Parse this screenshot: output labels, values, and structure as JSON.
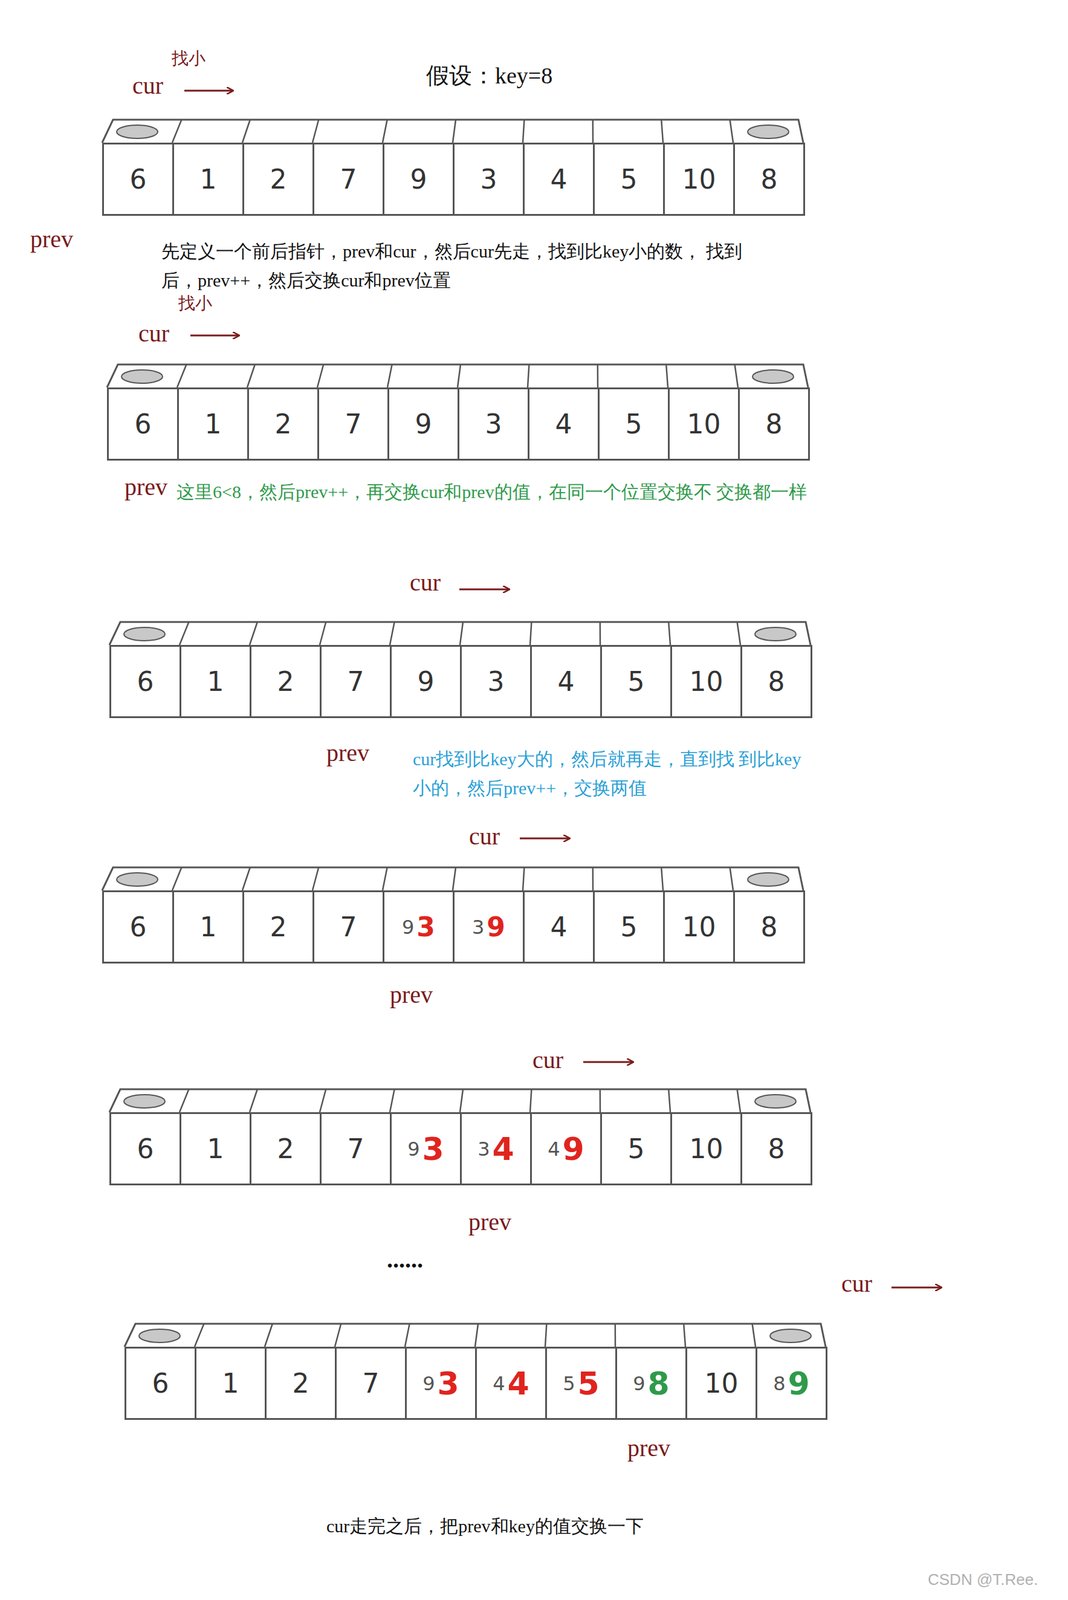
{
  "diagram": {
    "caption": "cur走完之后，把prev和key的值交换一下",
    "nodes": [
      {
        "text": [
          "6"
        ]
      },
      {
        "text": [
          "1"
        ]
      },
      {
        "text": [
          "2"
        ]
      },
      {
        "text": [
          "7"
        ]
      },
      {
        "text": [
          "9"
        ]
      },
      {
        "text": [
          "3"
        ]
      },
      {
        "text": [
          "4"
        ]
      },
      {
        "text": [
          "5"
        ]
      },
      {
        "text": [
          "10"
        ]
      },
      {
        "text": [
          "8"
        ]
      },
      {
        "text": [
          "6"
        ]
      },
      {
        "text": [
          "1"
        ]
      },
      {
        "text": [
          "2"
        ]
      },
      {
        "text": [
          "7"
        ]
      },
      {
        "text": [
          "9"
        ]
      },
      {
        "text": [
          "3"
        ]
      },
      {
        "text": [
          "4"
        ]
      },
      {
        "text": [
          "5"
        ]
      },
      {
        "text": [
          "10"
        ]
      },
      {
        "text": [
          "8"
        ]
      },
      {
        "text": [
          "6"
        ]
      },
      {
        "text": [
          "1"
        ]
      },
      {
        "text": [
          "2"
        ]
      },
      {
        "text": [
          "7"
        ]
      },
      {
        "text": [
          "9"
        ]
      },
      {
        "text": [
          "3"
        ]
      },
      {
        "text": [
          "4"
        ]
      },
      {
        "text": [
          "5"
        ]
      },
      {
        "text": [
          "10"
        ]
      },
      {
        "text": [
          "8"
        ]
      },
      {
        "text": [
          "6"
        ]
      },
      {
        "text": [
          "1"
        ]
      },
      {
        "text": [
          "2"
        ]
      },
      {
        "text": [
          "7"
        ]
      },
      {
        "text": [
          "9",
          "3"
        ]
      },
      {
        "text": [
          "3",
          "9"
        ]
      },
      {
        "text": [
          "4"
        ]
      },
      {
        "text": [
          "5"
        ]
      },
      {
        "text": [
          "10"
        ]
      },
      {
        "text": [
          "8"
        ]
      },
      {
        "text": [
          "6"
        ]
      },
      {
        "text": [
          "1"
        ]
      },
      {
        "text": [
          "2"
        ]
      },
      {
        "text": [
          "7"
        ]
      },
      {
        "text": [
          "9",
          "3"
        ]
      },
      {
        "text": [
          "3",
          "4"
        ]
      },
      {
        "text": [
          "4",
          "9"
        ]
      },
      {
        "text": [
          "5"
        ]
      },
      {
        "text": [
          "10"
        ]
      },
      {
        "text": [
          "8"
        ]
      },
      {
        "text": [
          "6"
        ]
      },
      {
        "text": [
          "1"
        ]
      },
      {
        "text": [
          "2"
        ]
      },
      {
        "text": [
          "7"
        ]
      },
      {
        "text": [
          "9",
          "3"
        ]
      },
      {
        "text": [
          "4",
          "4"
        ]
      },
      {
        "text": [
          "5",
          "5"
        ]
      },
      {
        "text": [
          "9",
          "8"
        ]
      },
      {
        "text": [
          "10"
        ]
      },
      {
        "text": [
          "8",
          "9"
        ]
      }
    ],
    "labels": [
      "找小",
      "cur",
      "假设：key=8",
      "prev",
      "先定义一个前后指针，prev和cur，然后cur先走，找到比key小的数， 找到后，prev++，然后交换cur和prev位置",
      "找小",
      "cur",
      "prev",
      "这里6<8，然后prev++，再交换cur和prev的值，在同一个位置交换不 交换都一样",
      "cur",
      "prev",
      "cur找到比key大的，然后就再走，直到找 到比key小的，然后prev++，交换两值",
      "cur",
      "prev",
      "cur",
      "prev",
      "......",
      "cur",
      "prev",
      "CSDN @T.Ree."
    ]
  }
}
